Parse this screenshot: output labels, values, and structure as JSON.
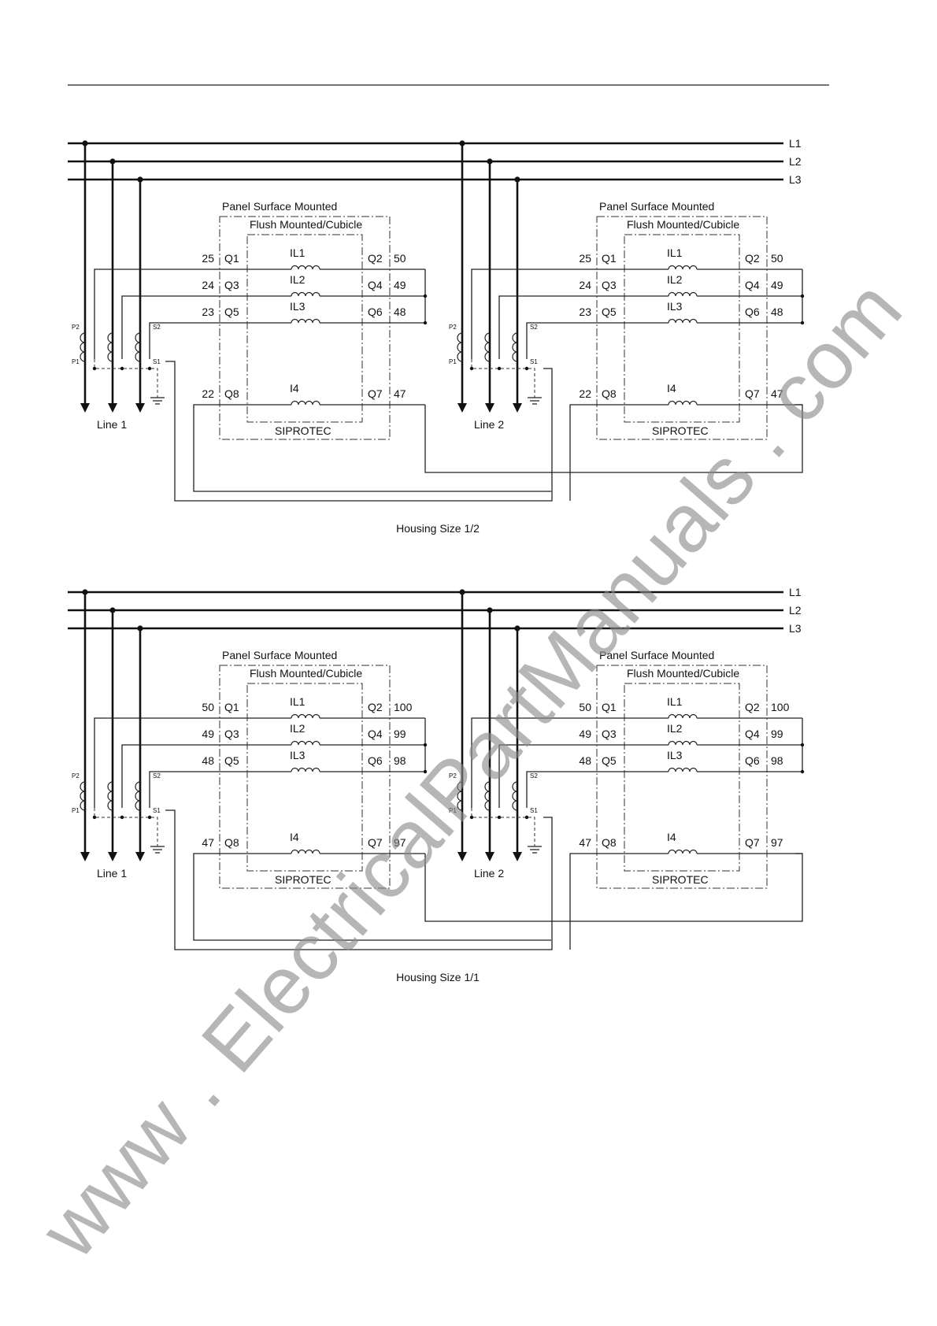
{
  "bus_labels": [
    "L1",
    "L2",
    "L3"
  ],
  "box_labels": {
    "outer": "Panel Surface Mounted",
    "inner": "Flush Mounted/Cubicle",
    "device": "SIPROTEC"
  },
  "relay_port_labels": [
    "Q1",
    "Q2",
    "Q3",
    "Q4",
    "Q5",
    "Q6",
    "Q8",
    "Q7"
  ],
  "coil_labels": [
    "IL1",
    "IL2",
    "IL3",
    "I4"
  ],
  "ct_terminal_labels": [
    "P2",
    "P1",
    "S2",
    "S1"
  ],
  "line_labels": [
    "Line 1",
    "Line 2"
  ],
  "sections": [
    {
      "caption": "Housing Size 1/2",
      "terminals": {
        "q1": "25",
        "q2": "50",
        "q3": "24",
        "q4": "49",
        "q5": "23",
        "q6": "48",
        "q8": "22",
        "q7": "47"
      }
    },
    {
      "caption": "Housing Size 1/1",
      "terminals": {
        "q1": "50",
        "q2": "100",
        "q3": "49",
        "q4": "99",
        "q5": "48",
        "q6": "98",
        "q8": "47",
        "q7": "97"
      }
    }
  ],
  "watermark": "www . ElectricalPartManuals . com"
}
